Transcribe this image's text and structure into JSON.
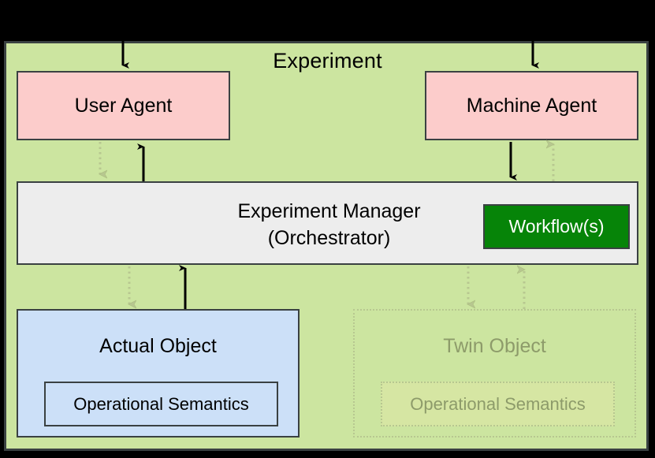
{
  "diagram": {
    "title": "Experiment",
    "background_color": "#000000",
    "container_color": "#CCE5A0",
    "nodes": {
      "user_agent": {
        "label": "User Agent",
        "color": "#FCCCCB"
      },
      "machine_agent": {
        "label": "Machine Agent",
        "color": "#FCCCCB"
      },
      "manager": {
        "label_line1": "Experiment Manager",
        "label_line2": "(Orchestrator)",
        "color": "#EDEDED"
      },
      "workflow": {
        "label": "Workflow(s)",
        "color": "#068408",
        "text_color": "#FFFFFF"
      },
      "actual_object": {
        "label": "Actual Object",
        "color": "#CCE0F8",
        "semantics_label": "Operational Semantics"
      },
      "twin_object": {
        "label": "Twin Object",
        "color": "#D6E6A3",
        "text_color": "#8D9B6A",
        "semantics_label": "Operational Semantics"
      }
    },
    "connectors": [
      {
        "name": "external-to-user-agent",
        "style": "solid",
        "direction": "down"
      },
      {
        "name": "external-to-machine-agent",
        "style": "solid",
        "direction": "down"
      },
      {
        "name": "user-agent-to-manager",
        "style": "dotted",
        "direction": "down"
      },
      {
        "name": "manager-to-user-agent",
        "style": "solid",
        "direction": "up"
      },
      {
        "name": "machine-agent-to-manager",
        "style": "solid",
        "direction": "down"
      },
      {
        "name": "manager-to-machine-agent",
        "style": "dotted",
        "direction": "up"
      },
      {
        "name": "manager-to-actual-object",
        "style": "dotted",
        "direction": "down"
      },
      {
        "name": "actual-object-to-manager",
        "style": "solid",
        "direction": "up"
      },
      {
        "name": "manager-to-twin-object",
        "style": "dotted",
        "direction": "down"
      },
      {
        "name": "twin-object-to-manager",
        "style": "dotted",
        "direction": "up"
      }
    ]
  }
}
